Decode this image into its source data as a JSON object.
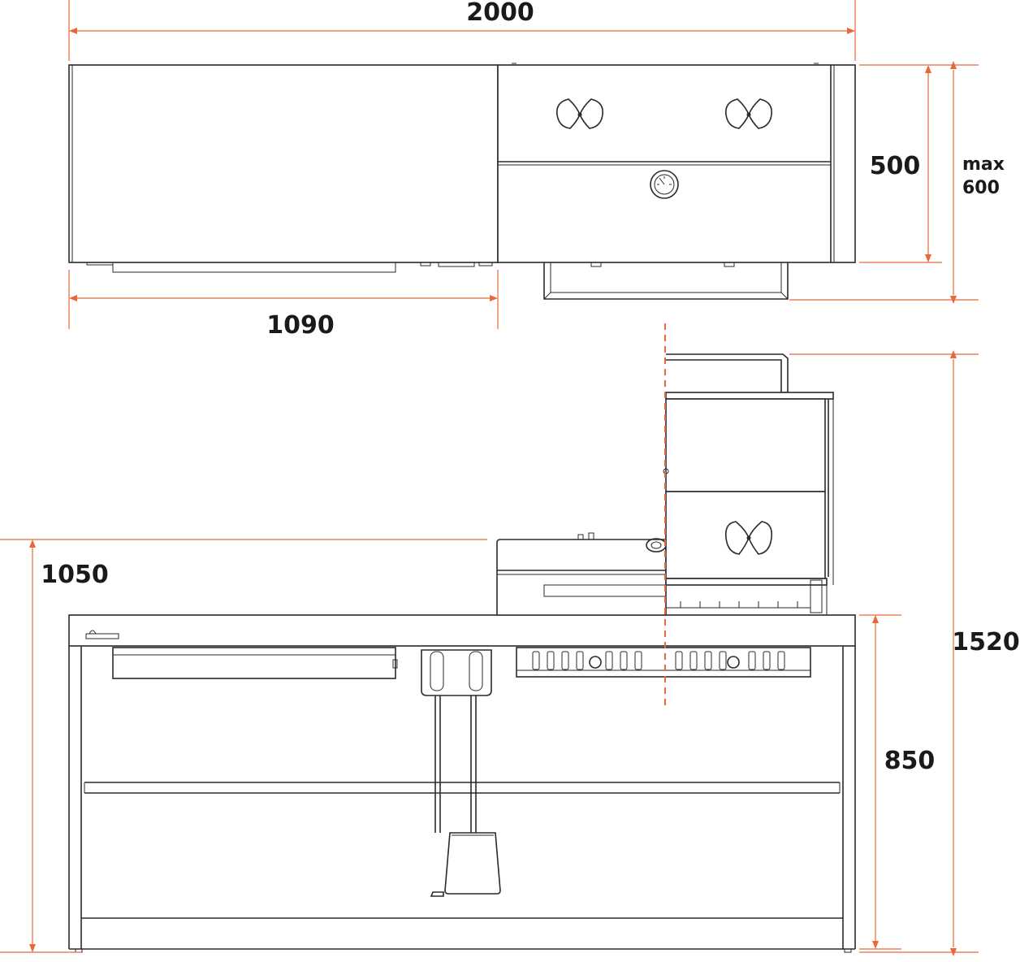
{
  "dimensions": {
    "total_width": "2000",
    "left_module_width": "1090",
    "depth": "500",
    "max_depth_line1": "max",
    "max_depth_line2": "600",
    "total_height": "1050",
    "max_height": "1520",
    "counter_height": "850"
  },
  "colors": {
    "dimension_line": "#e8683a",
    "outline": "#2a2a2a",
    "background": "#ffffff"
  }
}
